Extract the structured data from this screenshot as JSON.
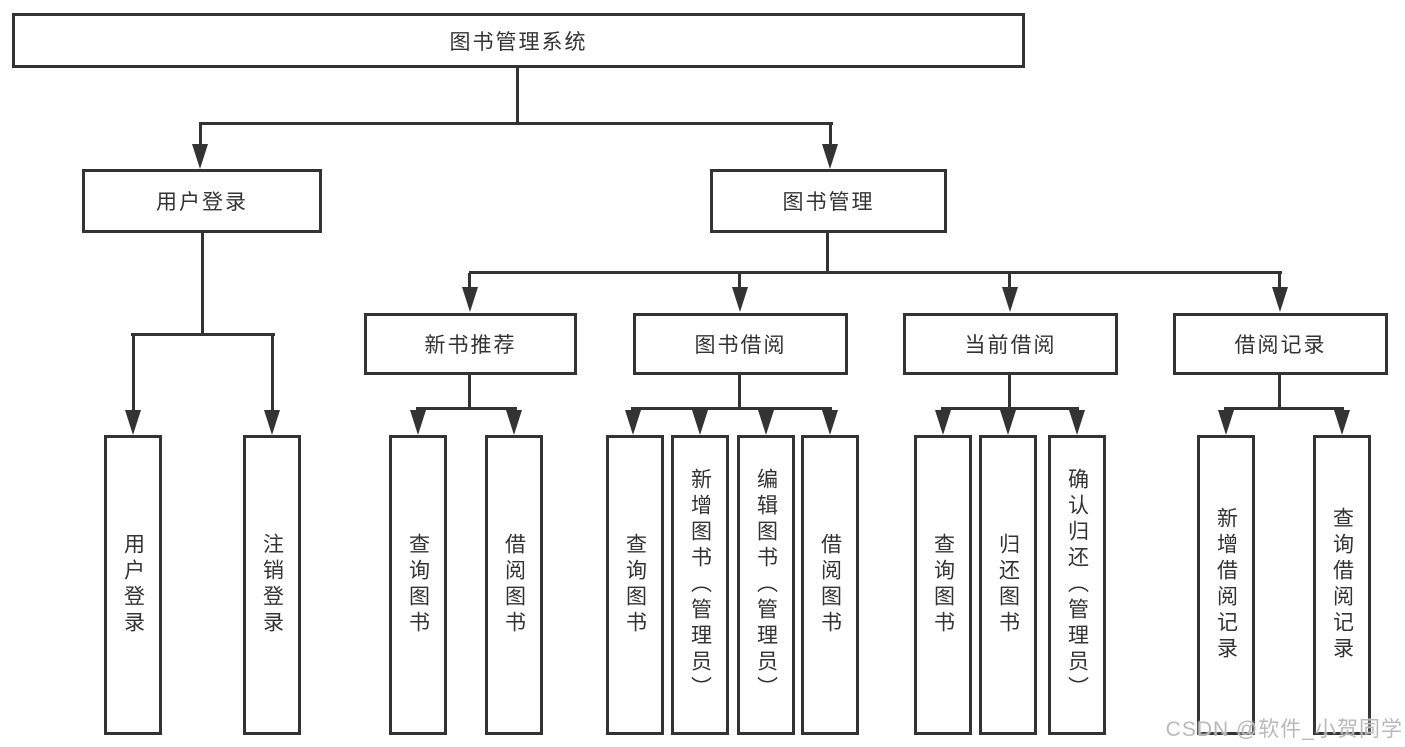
{
  "title": "图书管理系统",
  "level2": {
    "user_login": "用户登录",
    "book_mgmt": "图书管理"
  },
  "level3": {
    "new_books": "新书推荐",
    "book_borrow": "图书借阅",
    "current_borrow": "当前借阅",
    "borrow_records": "借阅记录"
  },
  "leaves": {
    "user": [
      "用户登录",
      "注销登录"
    ],
    "recommend": [
      "查询图书",
      "借阅图书"
    ],
    "borrow": [
      "查询图书",
      "新增图书（管理员）",
      "编辑图书（管理员）",
      "借阅图书"
    ],
    "current": [
      "查询图书",
      "归还图书",
      "确认归还（管理员）"
    ],
    "records": [
      "新增借阅记录",
      "查询借阅记录"
    ]
  },
  "watermark": "CSDN @软件_小贺同学",
  "colors": {
    "line": "#333333",
    "text": "#333333",
    "background": "#ffffff",
    "watermark": "#b9b9b9"
  }
}
